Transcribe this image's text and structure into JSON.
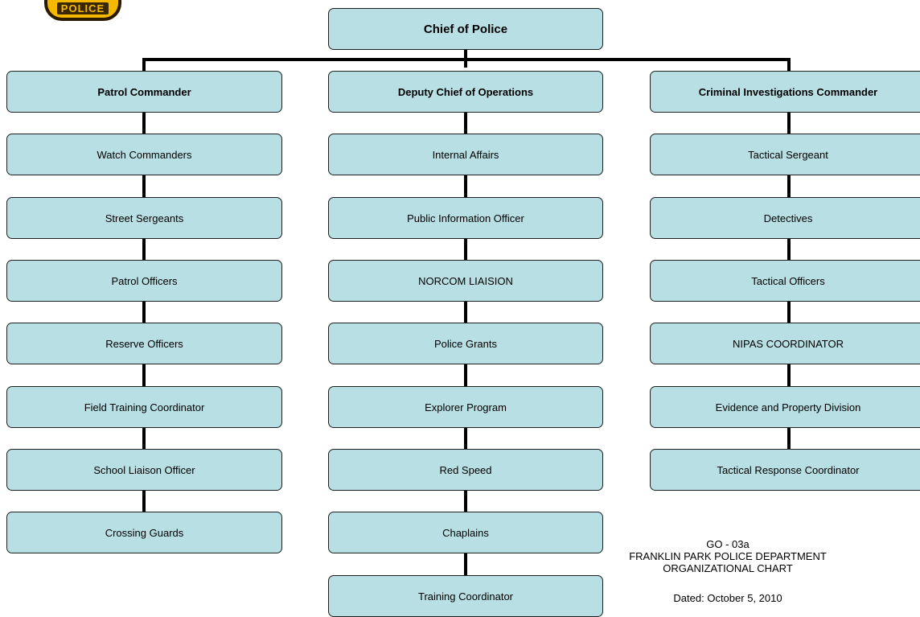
{
  "logo": {
    "text": "POLICE"
  },
  "chief": "Chief of Police",
  "columns": [
    {
      "head": "Patrol Commander",
      "items": [
        "Watch Commanders",
        "Street Sergeants",
        "Patrol Officers",
        "Reserve Officers",
        "Field Training Coordinator",
        "School Liaison Officer",
        "Crossing Guards"
      ]
    },
    {
      "head": "Deputy Chief of Operations",
      "items": [
        "Internal Affairs",
        "Public Information Officer",
        "NORCOM LIAISION",
        "Police Grants",
        "Explorer Program",
        "Red Speed",
        "Chaplains",
        "Training Coordinator"
      ]
    },
    {
      "head": "Criminal Investigations Commander",
      "items": [
        "Tactical Sergeant",
        "Detectives",
        "Tactical Officers",
        "NIPAS COORDINATOR",
        "Evidence and Property Division",
        "Tactical Response Coordinator"
      ]
    }
  ],
  "caption": {
    "code": "GO - 03a",
    "org": "FRANKLIN PARK POLICE DEPARTMENT",
    "title": "ORGANIZATIONAL CHART",
    "dated": "Dated: October 5, 2010"
  }
}
